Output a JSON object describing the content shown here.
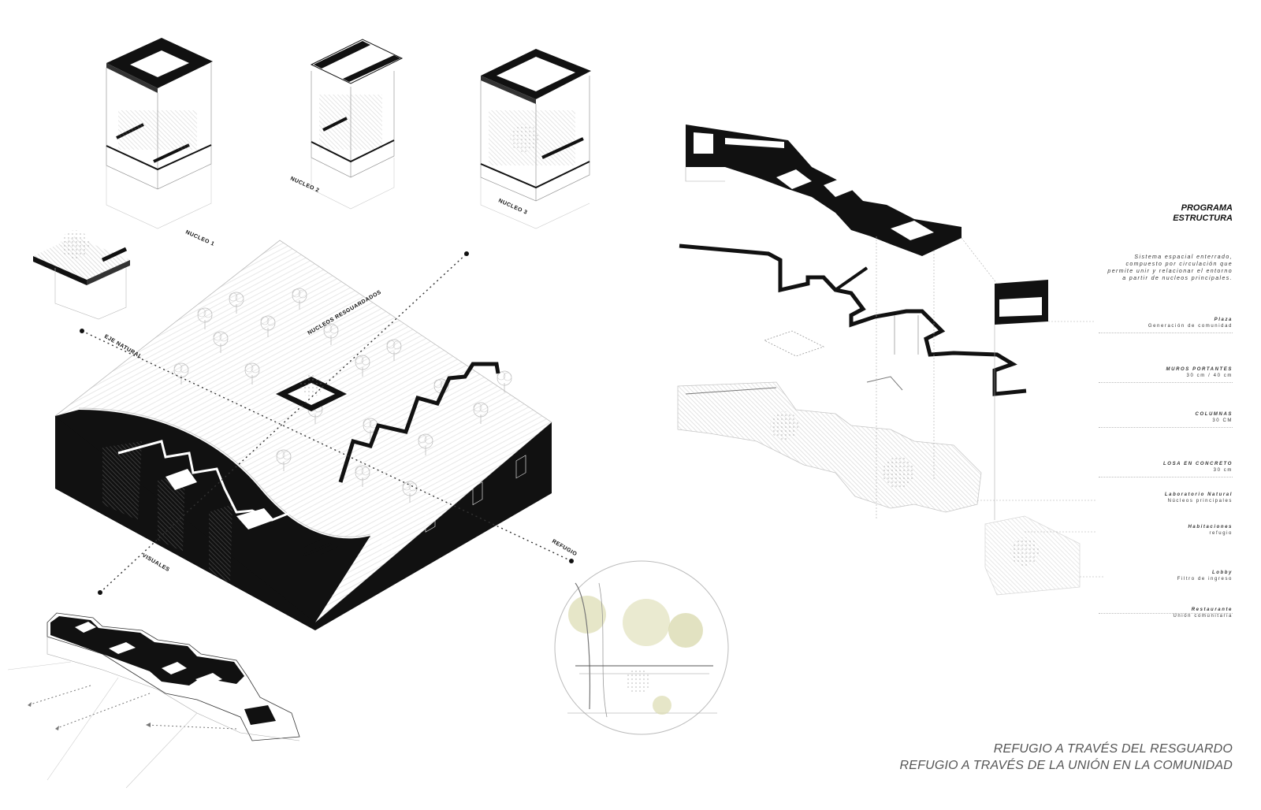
{
  "program": {
    "title_line1": "PROGRAMA",
    "title_line2": "ESTRUCTURA",
    "description": "Sistema espacial enterrado, compuesto por circulación que permite unir y relacionar el entorno a partir de nucleos principales."
  },
  "legend": [
    {
      "title": "Plaza",
      "detail": "Generación de comunidad"
    },
    {
      "title": "MUROS PORTANTES",
      "detail": "30 cm  /  40 cm"
    },
    {
      "title": "COLUMNAS",
      "detail": "30 CM"
    },
    {
      "title": "LOSA  EN CONCRETO",
      "detail": "30 cm"
    },
    {
      "title": "Laboratorio Natural",
      "detail": "Núcleos principales"
    },
    {
      "title": "Habitaciones",
      "detail": "refugio"
    },
    {
      "title": "Lobby",
      "detail": "Filtro de ingreso"
    },
    {
      "title": "Restaurante",
      "detail": "Unión comunitaria"
    }
  ],
  "labels": {
    "nucleo1": "NUCLEO 1",
    "nucleo2": "NUCLEO 2",
    "nucleo3": "NUCLEO 3",
    "eje_natural": "EJE NATURAL",
    "nucleos_resguardados": "NUCLEOS RESGUARDADOS",
    "refugio": "REFUGIO",
    "visuales": "VISUALES"
  },
  "footer": {
    "line1": "REFUGIO A TRAVÉS DEL RESGUARDO",
    "line2": "REFUGIO A TRAVÉS DE LA UNIÓN EN LA COMUNIDAD"
  },
  "colors": {
    "ink": "#111111",
    "linework": "#9a9a9a",
    "foliage": "#c8c89a",
    "background": "#ffffff"
  }
}
